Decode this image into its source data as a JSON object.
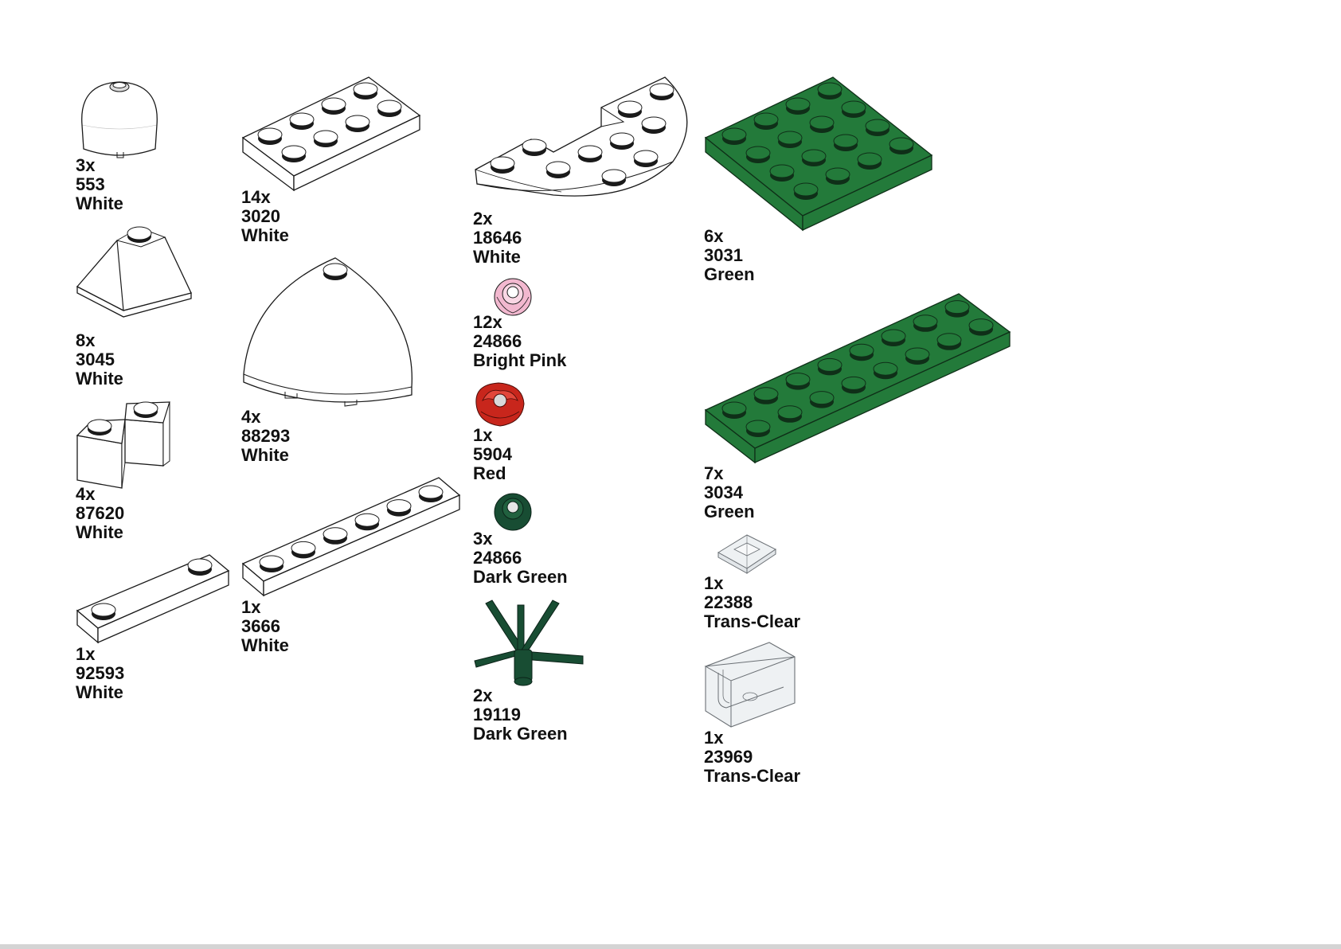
{
  "parts": [
    {
      "id": "p553",
      "qty": "3x",
      "part": "553",
      "color": "White"
    },
    {
      "id": "p3045",
      "qty": "8x",
      "part": "3045",
      "color": "White"
    },
    {
      "id": "p87620",
      "qty": "4x",
      "part": "87620",
      "color": "White"
    },
    {
      "id": "p92593",
      "qty": "1x",
      "part": "92593",
      "color": "White"
    },
    {
      "id": "p3020",
      "qty": "14x",
      "part": "3020",
      "color": "White"
    },
    {
      "id": "p88293",
      "qty": "4x",
      "part": "88293",
      "color": "White"
    },
    {
      "id": "p3666",
      "qty": "1x",
      "part": "3666",
      "color": "White"
    },
    {
      "id": "p18646",
      "qty": "2x",
      "part": "18646",
      "color": "White"
    },
    {
      "id": "p24866pink",
      "qty": "12x",
      "part": "24866",
      "color": "Bright Pink"
    },
    {
      "id": "p5904",
      "qty": "1x",
      "part": "5904",
      "color": "Red"
    },
    {
      "id": "p24866green",
      "qty": "3x",
      "part": "24866",
      "color": "Dark Green"
    },
    {
      "id": "p19119",
      "qty": "2x",
      "part": "19119",
      "color": "Dark Green"
    },
    {
      "id": "p3031",
      "qty": "6x",
      "part": "3031",
      "color": "Green"
    },
    {
      "id": "p3034",
      "qty": "7x",
      "part": "3034",
      "color": "Green"
    },
    {
      "id": "p22388",
      "qty": "1x",
      "part": "22388",
      "color": "Trans-Clear"
    },
    {
      "id": "p23969",
      "qty": "1x",
      "part": "23969",
      "color": "Trans-Clear"
    }
  ],
  "colors": {
    "white": "#ffffff",
    "outline": "#1a1a1a",
    "green": "#237a3a",
    "dark_green": "#184d33",
    "red": "#c8261c",
    "bright_pink": "#f2b8cf",
    "trans_clear": "#eef1f3"
  }
}
